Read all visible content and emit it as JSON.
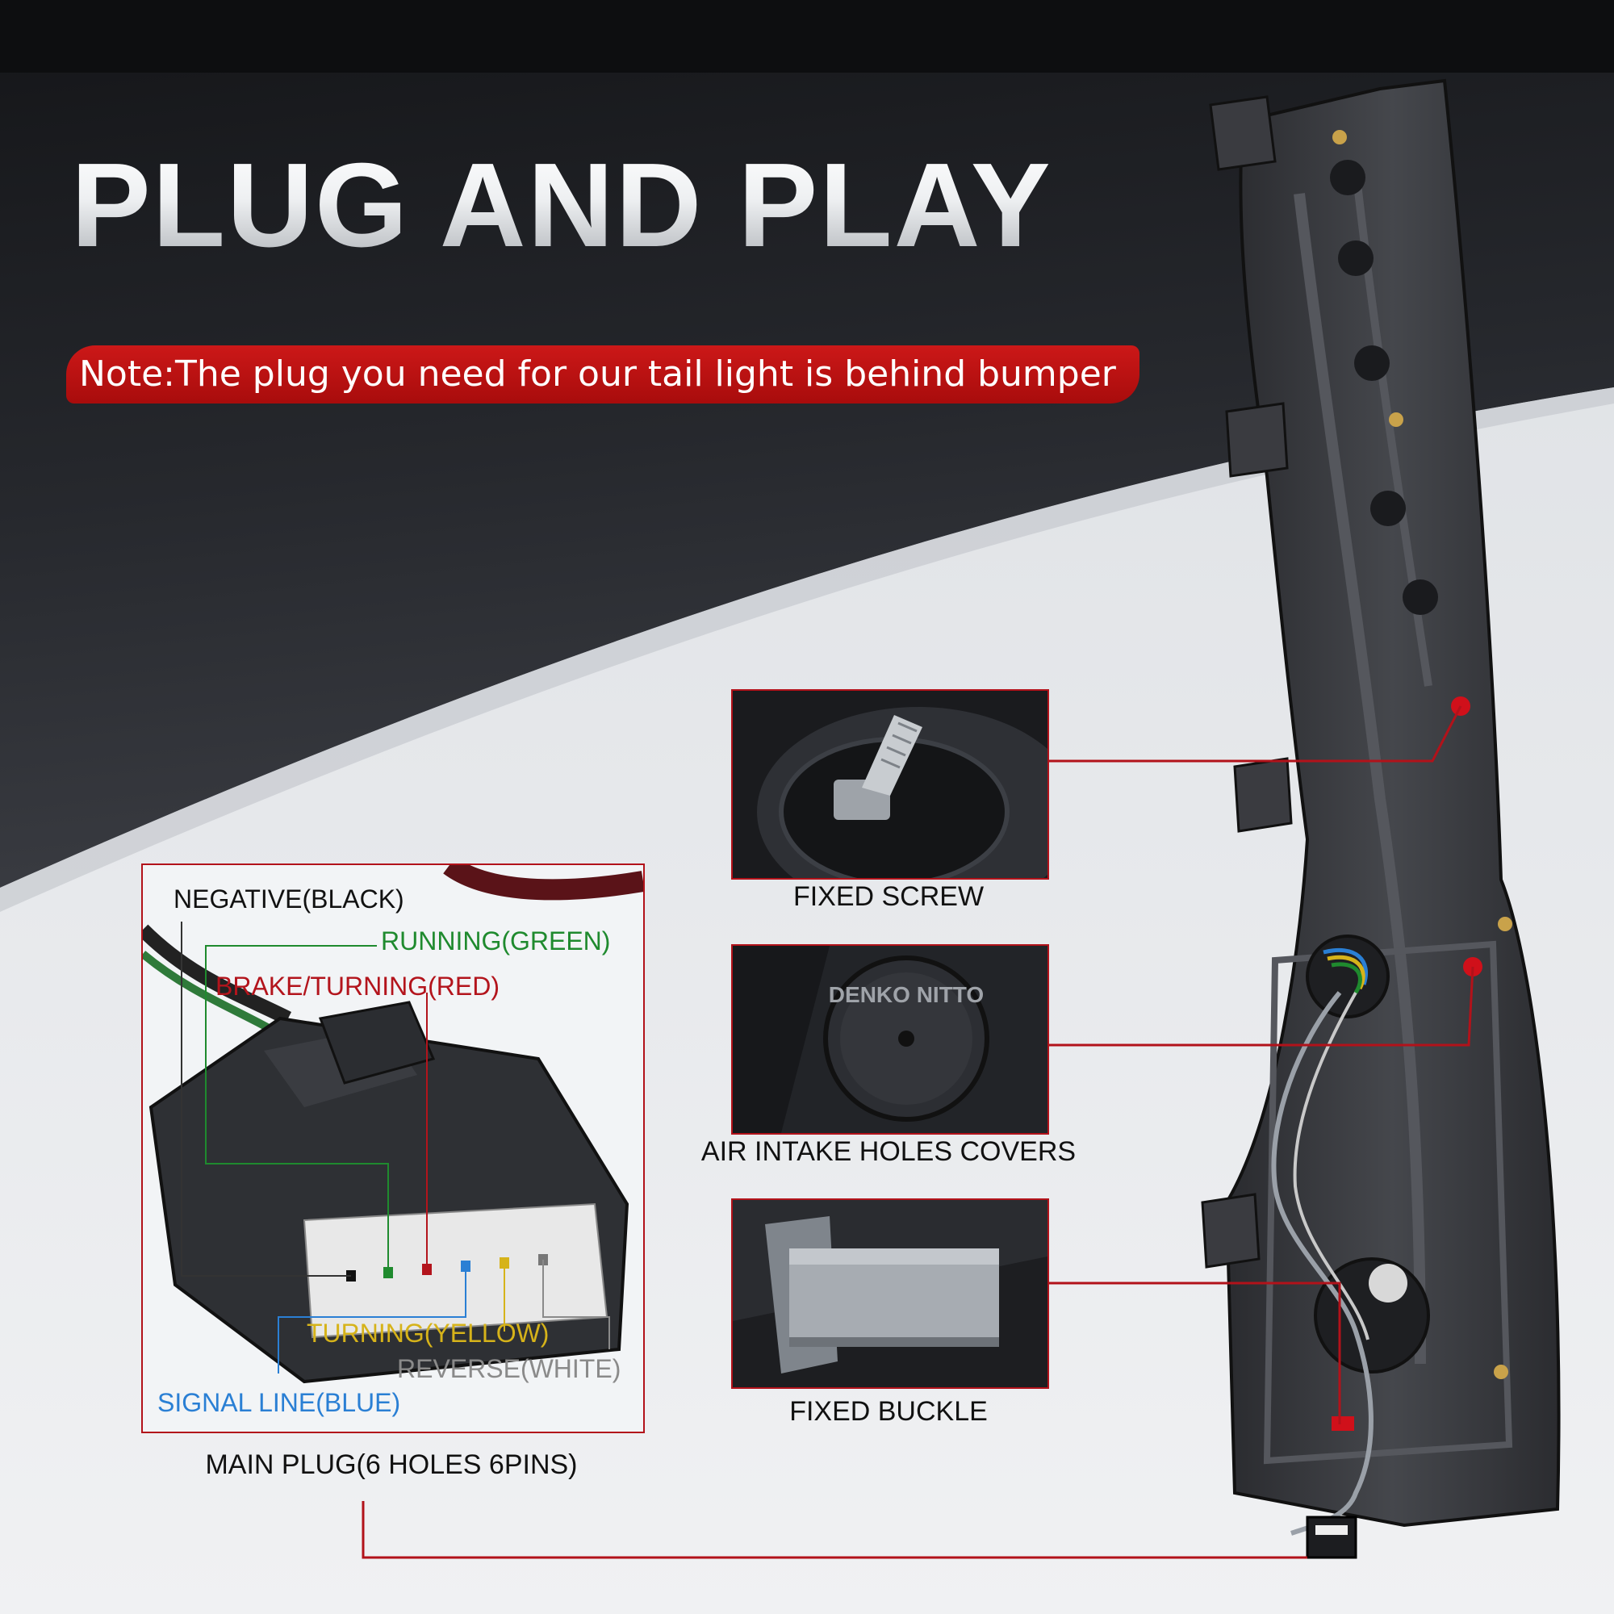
{
  "headline": "PLUG AND PLAY",
  "note": "Note:The plug you need for our tail light is behind bumper",
  "features": [
    {
      "caption": "FIXED SCREW"
    },
    {
      "caption": "AIR INTAKE HOLES COVERS"
    },
    {
      "caption": "FIXED BUCKLE"
    }
  ],
  "plug_caption": "MAIN PLUG(6 HOLES 6PINS)",
  "pins": [
    {
      "label": "NEGATIVE(BLACK)",
      "color": "#111111"
    },
    {
      "label": "RUNNING(GREEN)",
      "color": "#1f8a2e"
    },
    {
      "label": "BRAKE/TURNING(RED)",
      "color": "#b3141c"
    },
    {
      "label": "TURNING(YELLOW)",
      "color": "#d6b31a"
    },
    {
      "label": "REVERSE(WHITE)",
      "color": "#8a8a8a"
    },
    {
      "label": "SIGNAL LINE(BLUE)",
      "color": "#2a7fd4"
    }
  ],
  "cover_emboss": "DENKO NITTO",
  "accent_color": "#b2121a"
}
